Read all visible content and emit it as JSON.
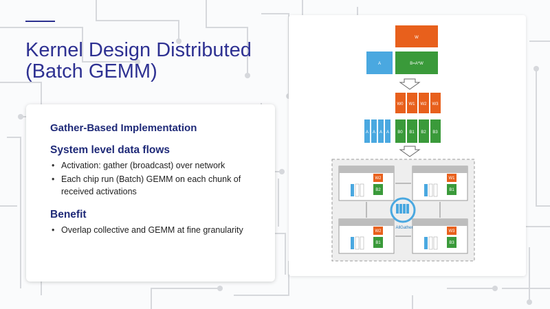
{
  "slide": {
    "title_line1": "Kernel Design Distributed",
    "title_line2": "(Batch GEMM)"
  },
  "panel": {
    "heading_impl": "Gather-Based Implementation",
    "heading_sys": "System level data flows",
    "sys_bullets": [
      "Activation: gather (broadcast) over network",
      "Each chip run (Batch) GEMM on each chunk of received activations"
    ],
    "heading_benefit": "Benefit",
    "benefit_bullets": [
      "Overlap collective and GEMM at fine granularity"
    ]
  },
  "diagram": {
    "w_label": "W",
    "a_label": "A",
    "b_label": "B=A*W",
    "w_chunks": [
      "W0",
      "W1",
      "W2",
      "W3"
    ],
    "a_chunks": [
      "A",
      "A",
      "A",
      "A"
    ],
    "b_chunks": [
      "B0",
      "B1",
      "B2",
      "B3"
    ],
    "node_labels": [
      "W2",
      "W1",
      "W2",
      "W3"
    ],
    "node_b_labels": [
      "B2",
      "B1",
      "B1",
      "B3"
    ],
    "allgather_label": "AllGather"
  },
  "colors": {
    "title": "#2e3192",
    "heading": "#1f2a78",
    "orange": "#e8601c",
    "green": "#3a9a3a",
    "blue": "#4aa8e0",
    "gray": "#9e9e9e"
  }
}
